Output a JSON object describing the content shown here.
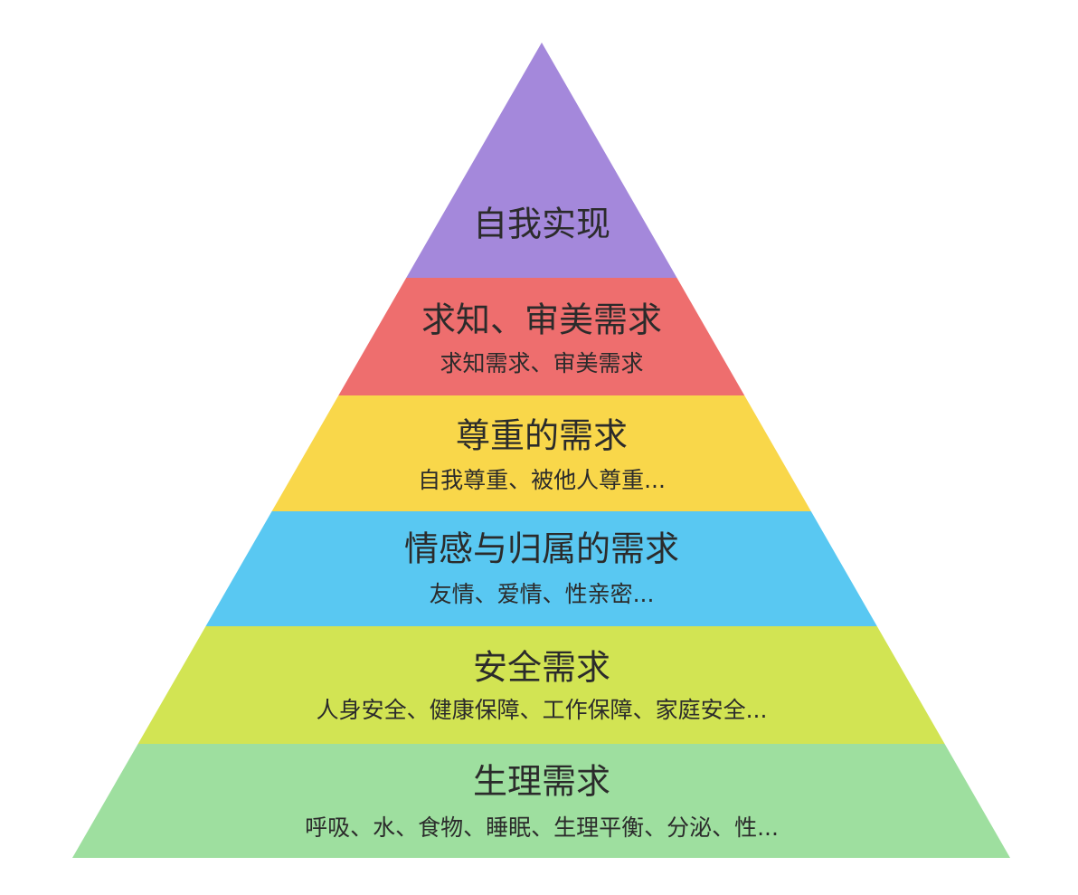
{
  "levels": [
    {
      "title": "自我实现",
      "subtitle": "",
      "color": "#A488DB"
    },
    {
      "title": "求知、审美需求",
      "subtitle": "求知需求、审美需求",
      "color": "#EE6E6E"
    },
    {
      "title": "尊重的需求",
      "subtitle": "自我尊重、被他人尊重...",
      "color": "#F9D74A"
    },
    {
      "title": "情感与归属的需求",
      "subtitle": "友情、爱情、性亲密...",
      "color": "#59C8F2"
    },
    {
      "title": "安全需求",
      "subtitle": "人身安全、健康保障、工作保障、家庭安全...",
      "color": "#D2E453"
    },
    {
      "title": "生理需求",
      "subtitle": "呼吸、水、食物、睡眠、生理平衡、分泌、性...",
      "color": "#9EDF9F"
    }
  ]
}
